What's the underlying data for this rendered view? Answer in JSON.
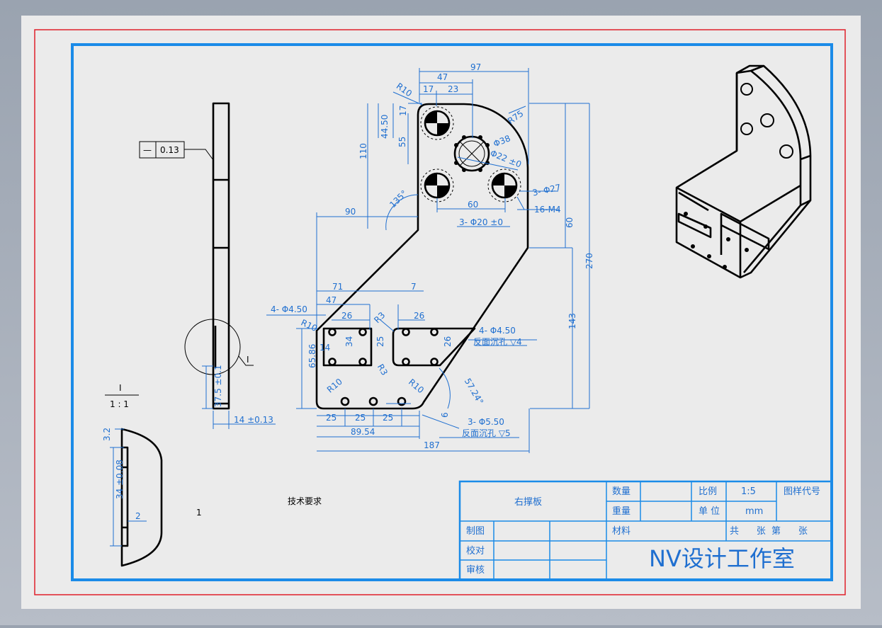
{
  "drawing": {
    "part_name": "右撑板",
    "studio": "NV设计工作室",
    "tech_requirements": "技术要求",
    "note_number": "1",
    "detail_label": "I",
    "detail_scale": "1 : 1",
    "flatness_symbol": "—",
    "flatness_value": "0.13"
  },
  "title_block": {
    "qty_label": "数量",
    "weight_label": "重量",
    "material_label": "材料",
    "scale_label": "比例",
    "scale_value": "1:5",
    "unit_label": "单 位",
    "unit_value": "mm",
    "drawing_no_label": "图样代号",
    "sheets_text": "共      张  第      张",
    "drawn_label": "制图",
    "checked_label": "校对",
    "approved_label": "审核"
  },
  "dimensions": {
    "top": [
      "97",
      "47",
      "17",
      "23",
      "R10",
      "R75"
    ],
    "left_vertical": [
      "17",
      "44.50",
      "55",
      "110"
    ],
    "holes_top": [
      "Φ38",
      "Φ22 ±0",
      "3- Φ27",
      "16-M4",
      "60",
      "3- Φ20  ±0"
    ],
    "angles": [
      "135°",
      "57.24°"
    ],
    "mid": [
      "90",
      "71",
      "47",
      "7",
      "4- Φ4.50",
      "26",
      "R3",
      "26",
      "R10",
      "4- Φ4.50",
      "反面沉孔 ▽4"
    ],
    "pockets": [
      "14",
      "34",
      "25",
      "26",
      "R3",
      "65.86"
    ],
    "bottom": [
      "R10",
      "R10",
      "25",
      "25",
      "25",
      "89.54",
      "187",
      "6",
      "3- Φ5.50",
      "反面沉孔 ▽5"
    ],
    "right_vertical": [
      "60",
      "270",
      "143"
    ],
    "side_view": [
      "37.5 ±0.1",
      "14 ±0.13"
    ],
    "detail_view": [
      "3.2",
      "34 ±0.08",
      "2"
    ]
  }
}
